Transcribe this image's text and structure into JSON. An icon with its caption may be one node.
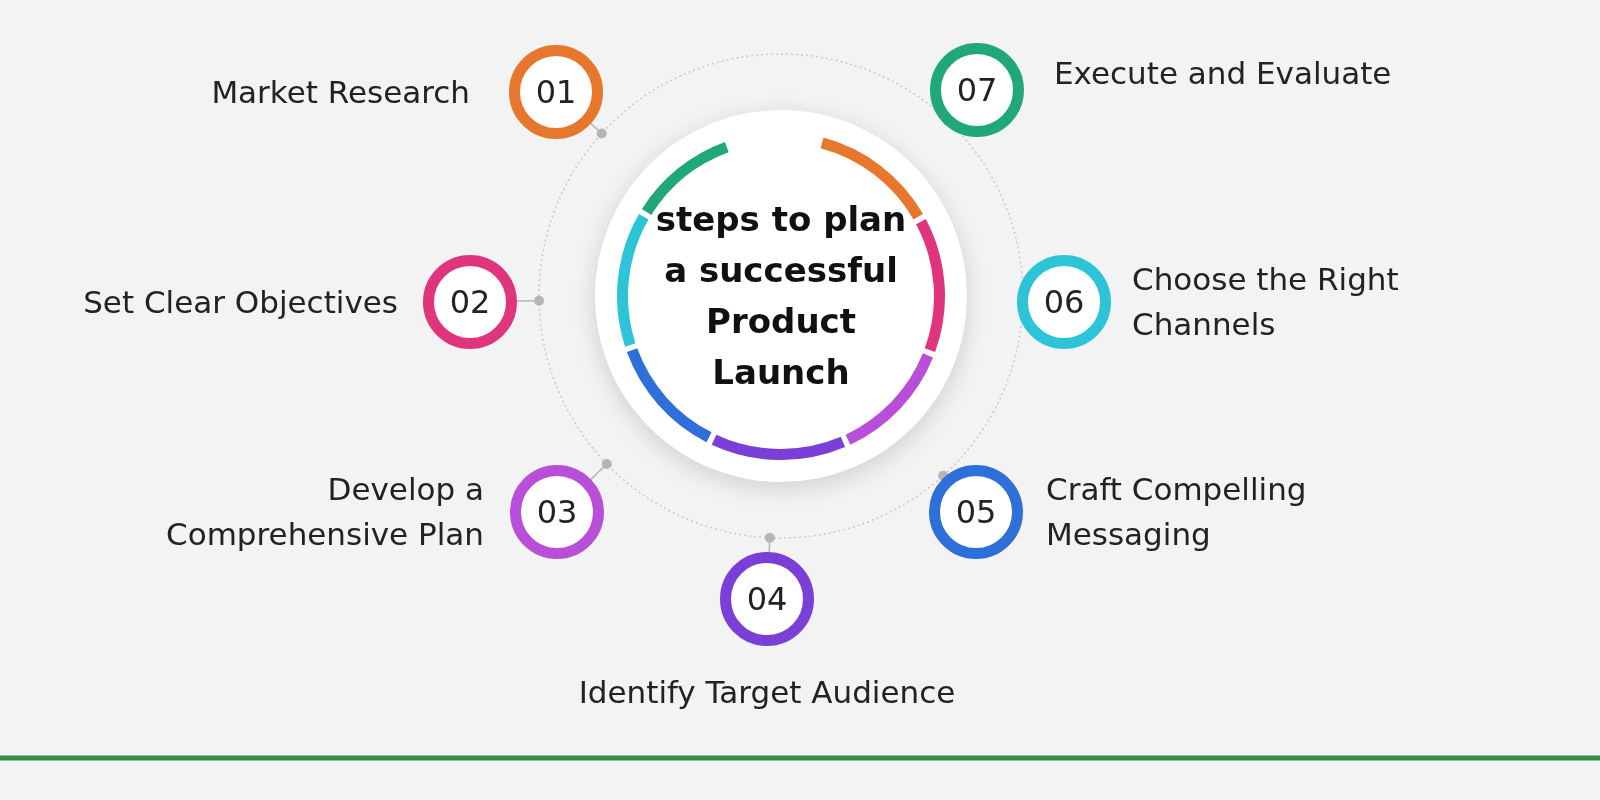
{
  "diagram": {
    "nodes": [
      {
        "text": [
          "steps to plan a successful Product Launch"
        ]
      },
      {
        "text": [
          "01"
        ],
        "beside": [
          "Market Research"
        ]
      },
      {
        "text": [
          "02"
        ],
        "beside": [
          "Set Clear Objectives"
        ]
      },
      {
        "text": [
          "03"
        ],
        "beside": [
          "Develop a Comprehensive Plan"
        ]
      },
      {
        "text": [
          "04"
        ],
        "beside": [
          "Identify Target Audience"
        ]
      },
      {
        "text": [
          "05"
        ],
        "beside": [
          "Craft Compelling Messaging"
        ]
      },
      {
        "text": [
          "06"
        ],
        "beside": [
          "Choose the Right Channels"
        ]
      },
      {
        "text": [
          "07"
        ],
        "beside": [
          "Execute and Evaluate"
        ]
      }
    ]
  }
}
